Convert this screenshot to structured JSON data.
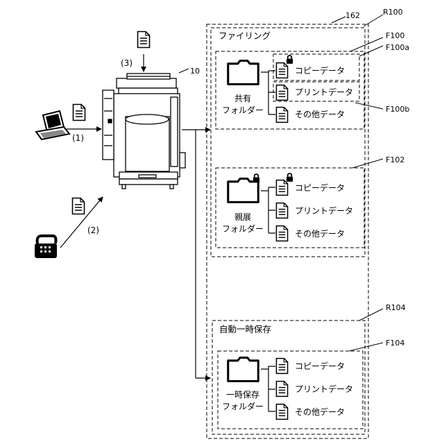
{
  "references": {
    "outer_box": "162",
    "filing_region": "R100",
    "shared_folder_box": "F100",
    "shared_copy_box": "F100a",
    "shared_other_box": "F100b",
    "parent_folder_box": "F102",
    "auto_region": "R104",
    "temp_folder_box": "F104",
    "device": "10"
  },
  "input_paths": {
    "pc": "(1)",
    "fax": "(2)",
    "scan": "(3)"
  },
  "filing": {
    "title": "ファイリング",
    "shared_folder": {
      "name_line1": "共有",
      "name_line2": "フォルダー",
      "items": [
        "コピーデータ",
        "プリントデータ",
        "その他データ"
      ]
    },
    "parent_folder": {
      "name_line1": "親展",
      "name_line2": "フォルダー",
      "items": [
        "コピーデータ",
        "プリントデータ",
        "その他データ"
      ]
    }
  },
  "auto_save": {
    "title": "自動一時保存",
    "temp_folder": {
      "name_line1": "一時保存",
      "name_line2": "フォルダー",
      "items": [
        "コピーデータ",
        "プリントデータ",
        "その他データ"
      ]
    }
  }
}
